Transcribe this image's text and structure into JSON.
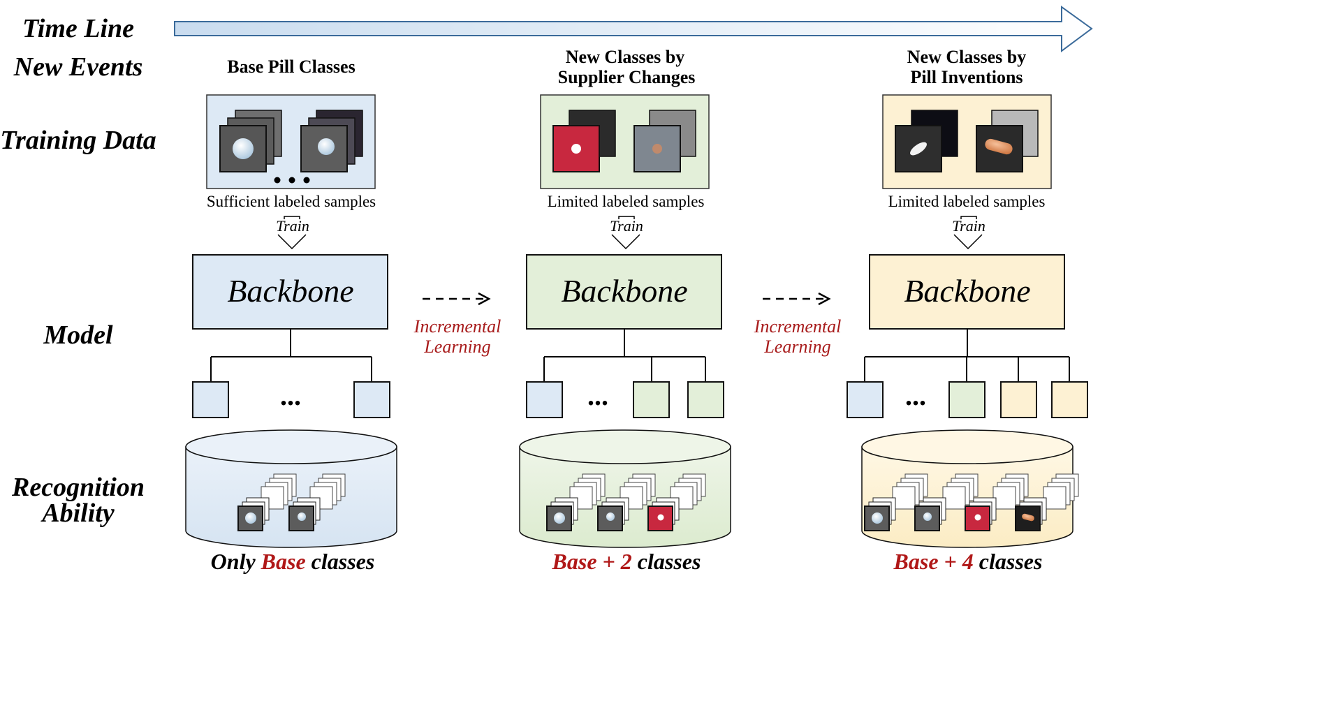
{
  "row_labels": {
    "time_line": "Time Line",
    "new_events": "New Events",
    "training_data": "Training Data",
    "model": "Model",
    "recognition_1": "Recognition",
    "recognition_2": "Ability"
  },
  "colors": {
    "blue_fill": "#dde9f5",
    "green_fill": "#e3efd9",
    "yellow_fill": "#fdf1d3",
    "accent_red": "#b01818",
    "arrow_start": "#c9dcef",
    "arrow_end": "#ffffff"
  },
  "stages": [
    {
      "title_1": "Base Pill Classes",
      "title_2": "",
      "caption": "Sufficient labeled samples",
      "train": "Train",
      "backbone": "Backbone",
      "result_pre": "Only ",
      "result_red": "Base",
      "result_post": " classes",
      "ellipsis": "...",
      "data_ellipsis": "●●●"
    },
    {
      "title_1": "New Classes by",
      "title_2": "Supplier Changes",
      "caption": "Limited labeled samples",
      "train": "Train",
      "backbone": "Backbone",
      "result_pre": "",
      "result_red": "Base + 2",
      "result_post": " classes",
      "ellipsis": "..."
    },
    {
      "title_1": "New Classes by",
      "title_2": "Pill Inventions",
      "caption": "Limited labeled samples",
      "train": "Train",
      "backbone": "Backbone",
      "result_pre": "",
      "result_red": "Base + 4",
      "result_post": " classes",
      "ellipsis": "..."
    }
  ],
  "transitions": [
    {
      "line_1": "Incremental",
      "line_2": "Learning"
    },
    {
      "line_1": "Incremental",
      "line_2": "Learning"
    }
  ]
}
